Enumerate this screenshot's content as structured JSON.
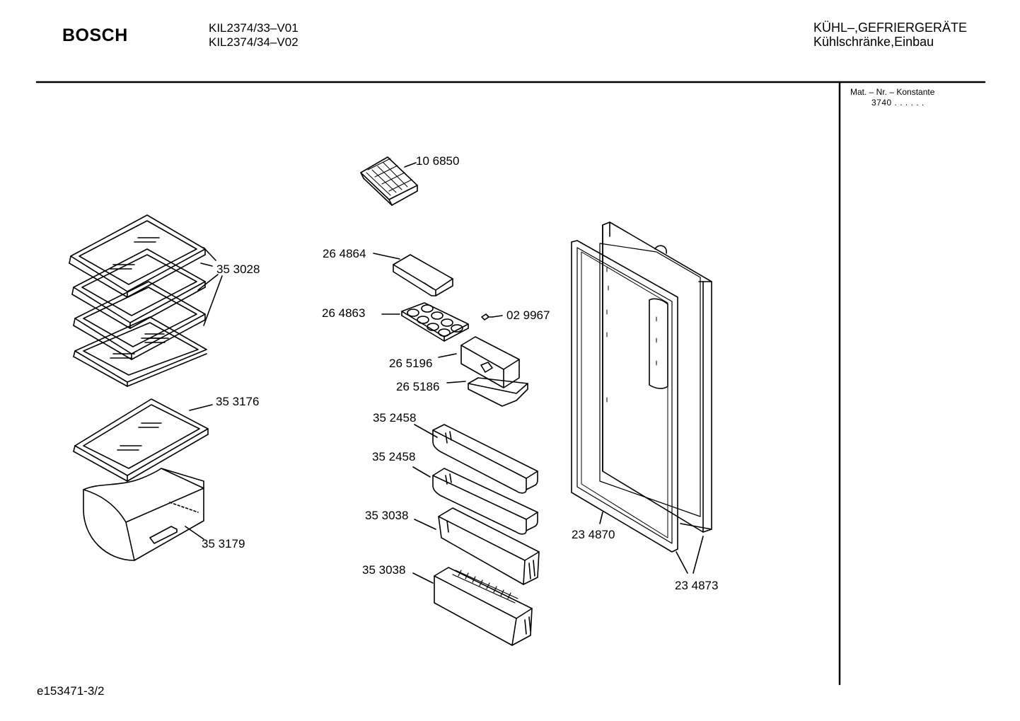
{
  "header": {
    "brand": "BOSCH",
    "models": [
      "KIL2374/33–V01",
      "KIL2374/34–V02"
    ],
    "category_line1": "KÜHL–,GEFRIERGERÄTE",
    "category_line2": "Kühlschränke,Einbau"
  },
  "sidebar": {
    "mat_label": "Mat. – Nr. – Konstante",
    "mat_value": "3740  .  .    .  .  .  ."
  },
  "footer": {
    "doc_id": "e153471-3/2"
  },
  "parts": {
    "ice_tray": "10 6850",
    "glass_shelf_set": "35 3028",
    "glass_shelf_single": "35 3176",
    "vegetable_drawer": "35 3179",
    "butter_lid": "26 4864",
    "egg_tray": "26 4863",
    "screw": "02 9967",
    "dairy_lid": "26 5196",
    "dairy_base": "26 5186",
    "door_rack_1": "35 2458",
    "door_rack_2": "35 2458",
    "door_rack_3": "35 3038",
    "door_rack_4": "35 3038",
    "door_gasket": "23 4870",
    "door_inner": "23 4873"
  }
}
